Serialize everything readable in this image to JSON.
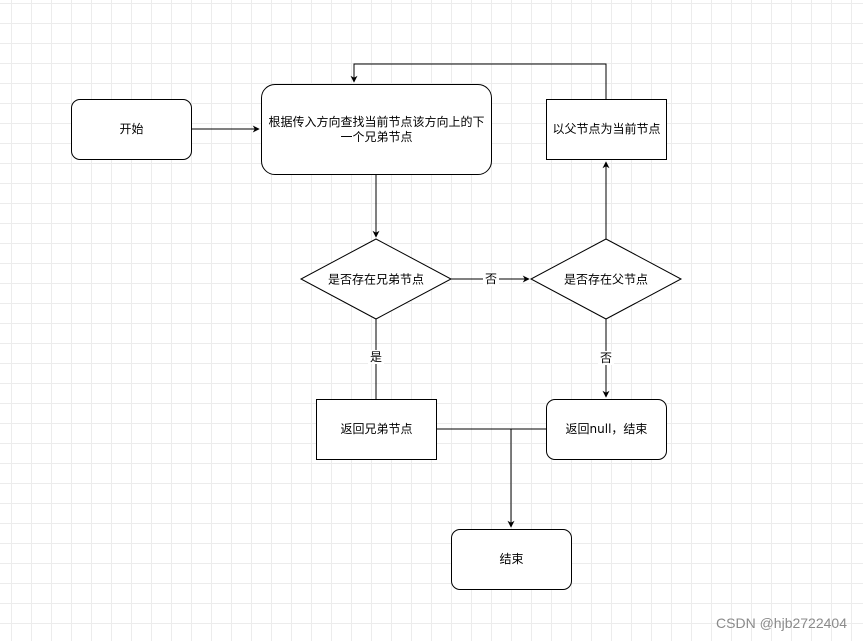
{
  "nodes": {
    "start": "开始",
    "find_sibling": "根据传入方向查找当前节点该方向上的下一个兄弟节点",
    "parent_as_current": "以父节点为当前节点",
    "has_sibling": "是否存在兄弟节点",
    "has_parent": "是否存在父节点",
    "return_sibling": "返回兄弟节点",
    "return_null": "返回null，结束",
    "end": "结束"
  },
  "edges": {
    "sibling_no": "否",
    "sibling_yes": "是",
    "parent_no": "否"
  },
  "watermark": "CSDN @hjb2722404"
}
